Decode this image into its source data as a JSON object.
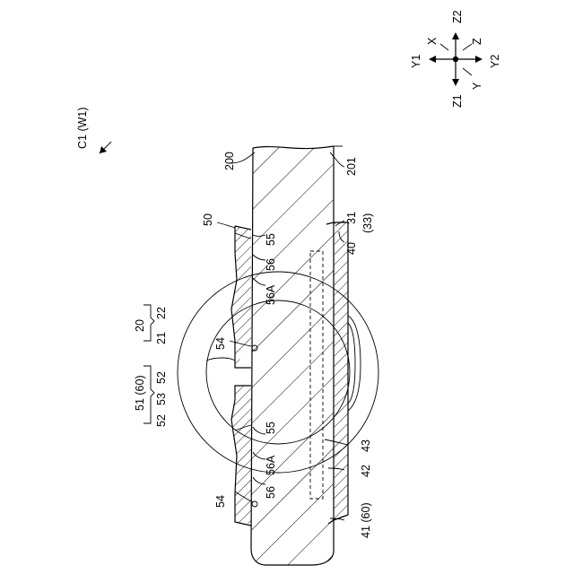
{
  "figure": {
    "view_label": "C1 (W1)",
    "axes": {
      "x": "X",
      "z": "Z",
      "y": "Y",
      "z1": "Z1",
      "z2": "Z2",
      "y1": "Y1",
      "y2": "Y2"
    },
    "labels": {
      "l200": "200",
      "l201": "201",
      "l50": "50",
      "l31": "31",
      "l33": "(33)",
      "l40": "40",
      "l55a": "55",
      "l56a": "56",
      "l56Aa": "56A",
      "l20": "20",
      "l22": "22",
      "l21": "21",
      "l54a": "54",
      "l51_60": "51 (60)",
      "l52a": "52",
      "l53": "53",
      "l52b": "52",
      "l55b": "55",
      "l56Ab": "56A",
      "l56b": "56",
      "l43": "43",
      "l42": "42",
      "l54b": "54",
      "l41_60": "41 (60)"
    }
  }
}
